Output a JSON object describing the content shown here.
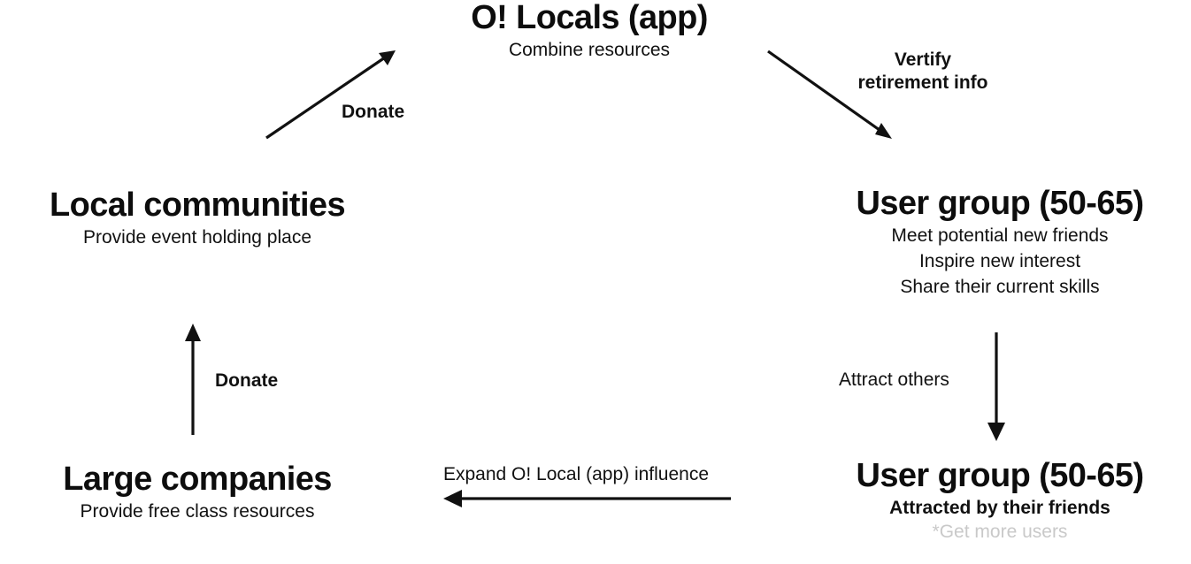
{
  "diagram": {
    "type": "flow-cycle",
    "background_color": "#ffffff",
    "text_color": "#111111",
    "muted_text_color": "#c9c9c9"
  },
  "nodes": {
    "app": {
      "title": "O! Locals (app)",
      "subtitle": "Combine resources"
    },
    "local_communities": {
      "title": "Local communities",
      "subtitle": "Provide event holding place"
    },
    "user_group_primary": {
      "title": "User group (50-65)",
      "lines": [
        "Meet potential new friends",
        "Inspire new interest",
        "Share their current skills"
      ]
    },
    "large_companies": {
      "title": "Large companies",
      "subtitle": "Provide free class resources"
    },
    "user_group_secondary": {
      "title": "User group (50-65)",
      "subtitle": "Attracted by their friends",
      "note": "*Get more users"
    }
  },
  "edges": {
    "communities_to_app": {
      "label": "Donate"
    },
    "app_to_usergroup": {
      "label_line1": "Vertify",
      "label_line2": "retirement info"
    },
    "companies_to_communities": {
      "label": "Donate"
    },
    "usergroup_to_usergroup2": {
      "label": "Attract others"
    },
    "usergroup2_to_companies": {
      "label": "Expand O! Local (app) influence"
    }
  }
}
